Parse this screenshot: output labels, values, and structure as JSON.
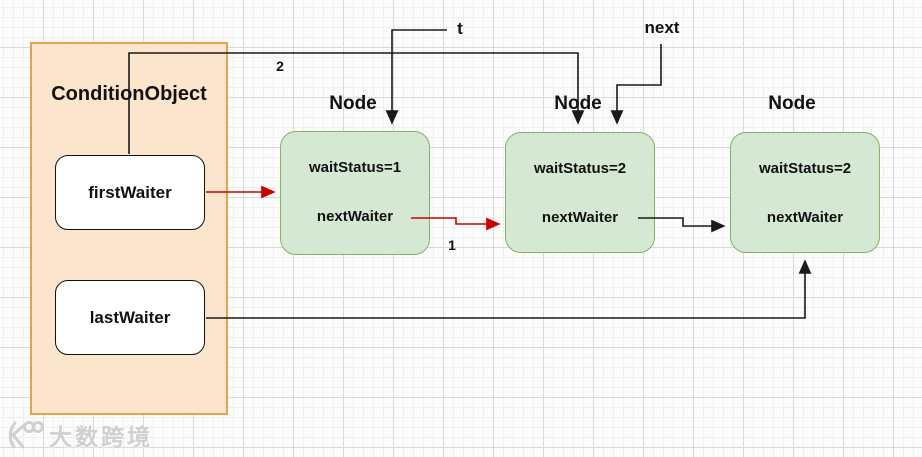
{
  "condition_object": {
    "title": "ConditionObject",
    "fields": [
      {
        "label": "firstWaiter"
      },
      {
        "label": "lastWaiter"
      }
    ]
  },
  "nodes": [
    {
      "title": "Node",
      "wait_status": "waitStatus=1",
      "next_waiter": "nextWaiter"
    },
    {
      "title": "Node",
      "wait_status": "waitStatus=2",
      "next_waiter": "nextWaiter"
    },
    {
      "title": "Node",
      "wait_status": "waitStatus=2",
      "next_waiter": "nextWaiter"
    }
  ],
  "pointers": {
    "t_label": "t",
    "next_label": "next"
  },
  "annotations": {
    "step_1": "1",
    "step_2": "2"
  },
  "colors": {
    "condition_fill": "#fce5cd",
    "condition_border": "#e0a353",
    "node_fill": "#d5e8d4",
    "node_border": "#82b366",
    "arrow_black": "#1a1a1a",
    "arrow_red": "#cc0000"
  },
  "watermark": {
    "text": "大数跨境"
  }
}
